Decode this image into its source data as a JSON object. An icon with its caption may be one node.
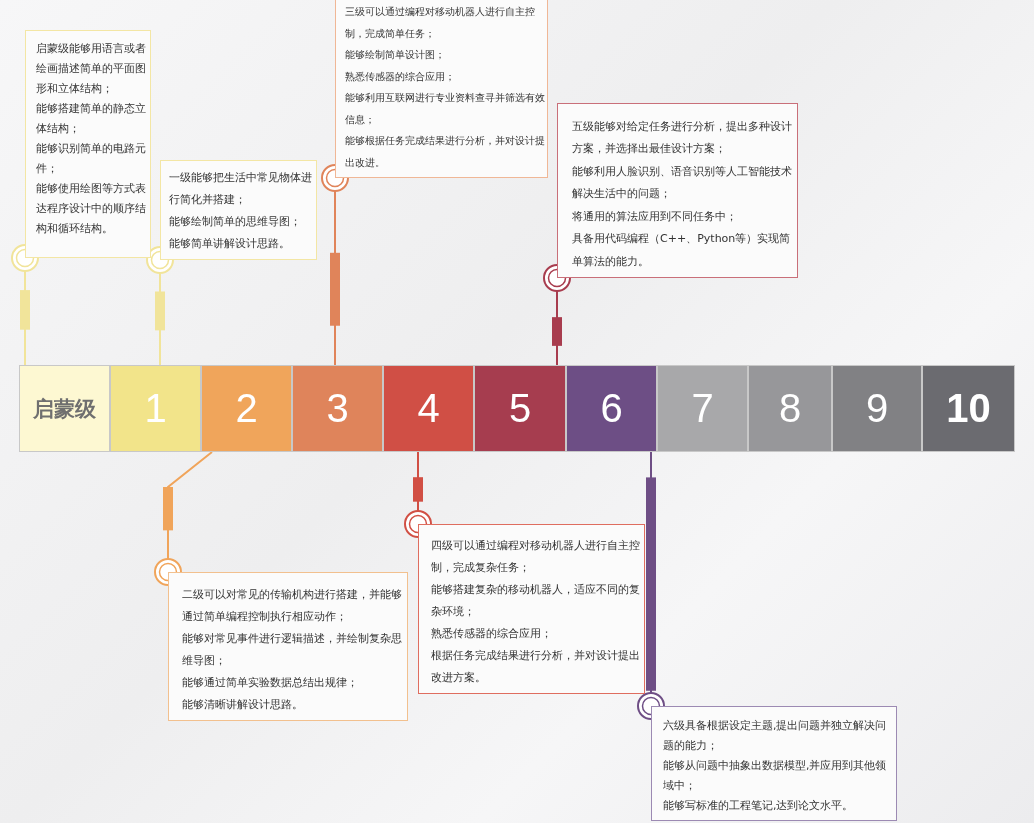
{
  "diagram": {
    "nodes": [
      {
        "text": [
          "启蒙级能够用语言或者绘画描述简单的平面图形和立体结构；",
          "能够搭建简单的静态立体结构；",
          "能够识别简单的电路元件；",
          "能够使用绘图等方式表达程序设计中的顺序结构和循环结构。"
        ]
      },
      {
        "text": [
          "一级能够把生活中常见物体进行简化并搭建；",
          "能够绘制简单的思维导图；",
          "能够简单讲解设计思路。"
        ]
      },
      {
        "text": [
          "三级可以通过编程对移动机器人进行自主控制，完成简单任务；",
          "能够绘制简单设计图；",
          "熟悉传感器的综合应用；",
          "能够利用互联网进行专业资料查寻并筛选有效信息；",
          "能够根据任务完成结果进行分析，并对设计提出改进。"
        ]
      },
      {
        "text": [
          "五级能够对给定任务进行分析，提出多种设计方案，并选择出最佳设计方案；",
          "能够利用人脸识别、语音识别等人工智能技术解决生活中的问题；",
          "将通用的算法应用到不同任务中；",
          "具备用代码编程（C++、Python等）实现简单算法的能力。"
        ]
      },
      {
        "text": [
          "启蒙级"
        ]
      },
      {
        "text": [
          "1"
        ]
      },
      {
        "text": [
          "2"
        ]
      },
      {
        "text": [
          "3"
        ]
      },
      {
        "text": [
          "4"
        ]
      },
      {
        "text": [
          "5"
        ]
      },
      {
        "text": [
          "6"
        ]
      },
      {
        "text": [
          "7"
        ]
      },
      {
        "text": [
          "8"
        ]
      },
      {
        "text": [
          "9"
        ]
      },
      {
        "text": [
          "10"
        ]
      },
      {
        "text": [
          "二级可以对常见的传输机构进行搭建，并能够通过简单编程控制执行相应动作；",
          "能够对常见事件进行逻辑描述，并绘制复杂思维导图；",
          "能够通过简单实验数据总结出规律；",
          "能够清晰讲解设计思路。"
        ]
      },
      {
        "text": [
          "四级可以通过编程对移动机器人进行自主控制，完成复杂任务；",
          "能够搭建复杂的移动机器人，适应不同的复杂环境；",
          "熟悉传感器的综合应用；",
          "根据任务完成结果进行分析，并对设计提出改进方案。"
        ]
      },
      {
        "text": [
          "六级具备根据设定主题,提出问题并独立解决问题的能力；",
          "能够从问题中抽象出数据模型,并应用到其他领域中；",
          "能够写标准的工程笔记,达到论文水平。"
        ]
      }
    ],
    "edges": [
      {
        "from": 0,
        "to": 4,
        "arrow": "other",
        "color": "#f1e49a"
      },
      {
        "from": 1,
        "to": 5,
        "arrow": "other",
        "color": "#f1e49a"
      },
      {
        "from": 2,
        "to": 7,
        "arrow": "other",
        "color": "#e0845a"
      },
      {
        "from": 3,
        "to": 9,
        "arrow": "other",
        "color": "#a83c4e"
      },
      {
        "from": 15,
        "to": 6,
        "arrow": "other",
        "color": "#f0a45a"
      },
      {
        "from": 16,
        "to": 8,
        "arrow": "other",
        "color": "#d14f44"
      },
      {
        "from": 17,
        "to": 10,
        "arrow": "other",
        "color": "#6e4e85"
      }
    ]
  }
}
